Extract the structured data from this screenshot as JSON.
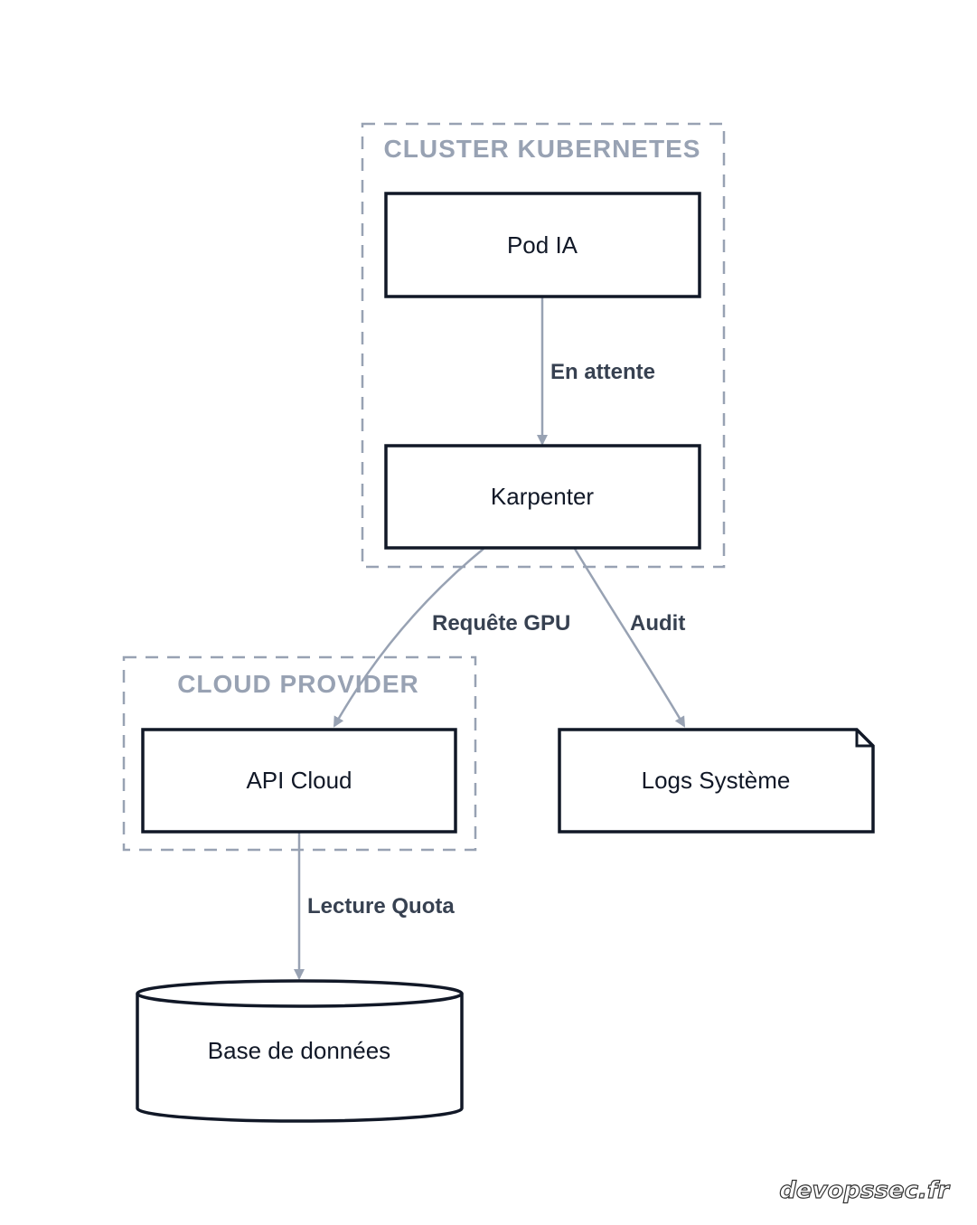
{
  "groups": {
    "cluster": {
      "label": "CLUSTER KUBERNETES"
    },
    "cloud": {
      "label": "CLOUD PROVIDER"
    }
  },
  "nodes": {
    "pod": {
      "label": "Pod IA"
    },
    "karpenter": {
      "label": "Karpenter"
    },
    "api": {
      "label": "API Cloud"
    },
    "logs": {
      "label": "Logs Système"
    },
    "db": {
      "label": "Base de données"
    }
  },
  "edges": {
    "pod_karpenter": {
      "label": "En attente"
    },
    "karpenter_api": {
      "label": "Requête GPU"
    },
    "karpenter_logs": {
      "label": "Audit"
    },
    "api_db": {
      "label": "Lecture Quota"
    }
  },
  "watermark": {
    "text": "devopssec.fr"
  },
  "colors": {
    "group_border": "#98a2b3",
    "node_border": "#111827",
    "edge": "#98a2b3",
    "edge_label": "#374151"
  }
}
